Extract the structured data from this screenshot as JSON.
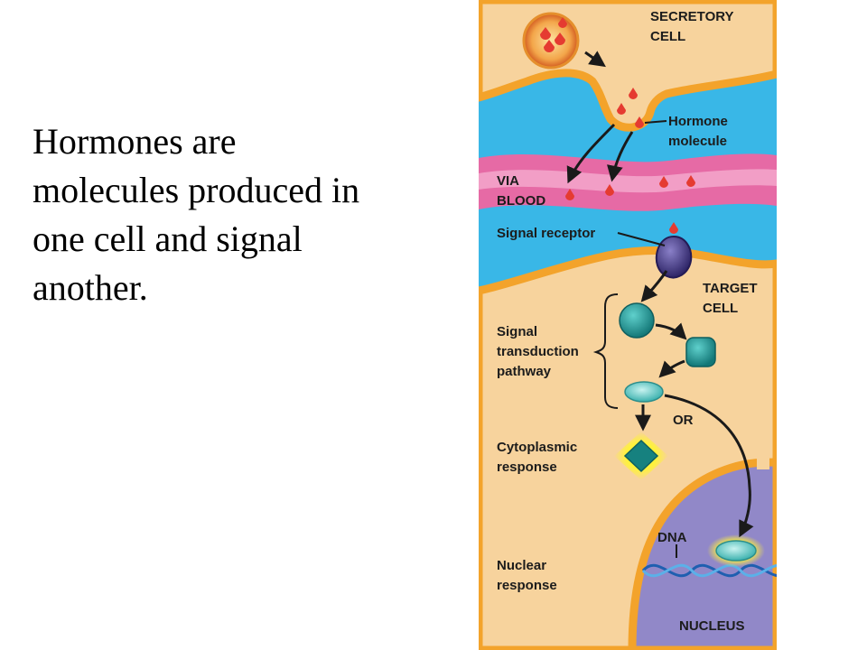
{
  "slide": {
    "lines": [
      "Hormones are",
      "molecules produced in",
      "one cell and signal",
      "another."
    ]
  },
  "diagram": {
    "labels": {
      "secretory_1": "SECRETORY",
      "secretory_2": "CELL",
      "hormone_1": "Hormone",
      "hormone_2": "molecule",
      "via_1": "VIA",
      "via_2": "BLOOD",
      "receptor": "Signal receptor",
      "target_1": "TARGET",
      "target_2": "CELL",
      "signal_1": "Signal",
      "signal_2": "transduction",
      "signal_3": "pathway",
      "or": "OR",
      "cyto_1": "Cytoplasmic",
      "cyto_2": "response",
      "dna": "DNA",
      "nuclear_1": "Nuclear",
      "nuclear_2": "response",
      "nucleus": "NUCLEUS"
    },
    "colors": {
      "cell": "#f7d39d",
      "membrane": "#f3a32b",
      "extracellular": "#39b7e7",
      "blood_vessel": "#e66aa5",
      "nucleus": "#9188c8",
      "hormone": "#e53b31",
      "receptor": "#3a2f7a",
      "relay_protein": "#1e8d8d",
      "highlight": "#fff23a"
    }
  }
}
